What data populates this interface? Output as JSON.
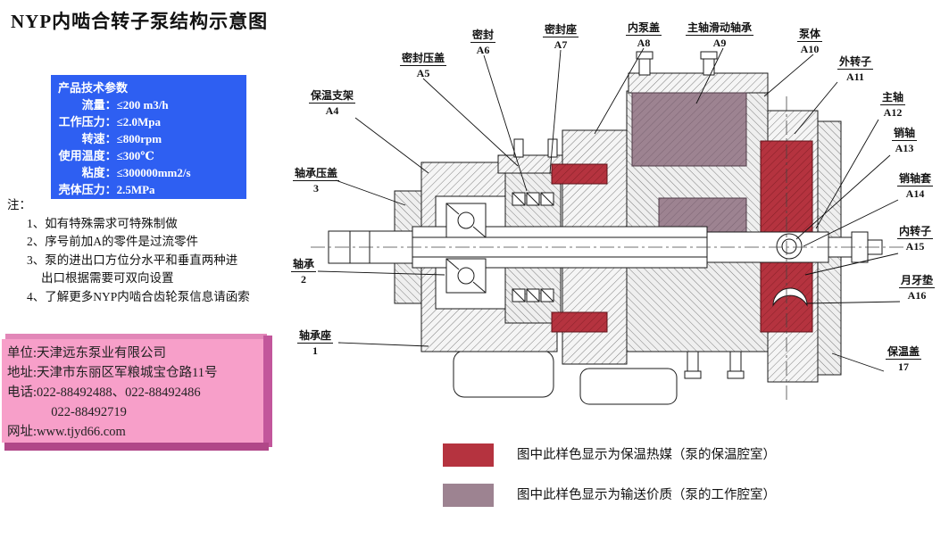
{
  "title": "NYP内啮合转子泵结构示意图",
  "specs": {
    "header": "产品技术参数",
    "rows": [
      {
        "label": "流量：",
        "value": "≤200 m3/h"
      },
      {
        "label": "工作压力：",
        "value": "≤2.0Mpa"
      },
      {
        "label": "转速：",
        "value": "≤800rpm"
      },
      {
        "label": "使用温度：",
        "value": "≤300℃"
      },
      {
        "label": "粘度：",
        "value": "≤300000mm2/s"
      },
      {
        "label": "壳体压力：",
        "value": "2.5MPa"
      }
    ]
  },
  "notes": {
    "label": "注：",
    "lines": [
      "1、如有特殊需求可特殊制做",
      "2、序号前加A的零件是过流零件",
      "3、泵的进出口方位分水平和垂直两种进",
      "出口根据需要可双向设置",
      "4、了解更多NYP内啮合齿轮泵信息请函索"
    ]
  },
  "company": {
    "lines": [
      "单位:天津远东泵业有限公司",
      "地址:天津市东丽区军粮城宝仓路11号",
      "电话:022-88492488、022-88492486",
      "022-88492719",
      "网址:www.tjyd66.com"
    ]
  },
  "parts": [
    {
      "name": "保温支架",
      "code": "A4"
    },
    {
      "name": "密封压盖",
      "code": "A5"
    },
    {
      "name": "密封",
      "code": "A6"
    },
    {
      "name": "密封座",
      "code": "A7"
    },
    {
      "name": "内泵盖",
      "code": "A8"
    },
    {
      "name": "主轴滑动轴承",
      "code": "A9"
    },
    {
      "name": "泵体",
      "code": "A10"
    },
    {
      "name": "外转子",
      "code": "A11"
    },
    {
      "name": "主轴",
      "code": "A12"
    },
    {
      "name": "销轴",
      "code": "A13"
    },
    {
      "name": "销轴套",
      "code": "A14"
    },
    {
      "name": "内转子",
      "code": "A15"
    },
    {
      "name": "月牙垫",
      "code": "A16"
    },
    {
      "name": "保温盖",
      "code": "17"
    },
    {
      "name": "轴承压盖",
      "code": "3"
    },
    {
      "name": "轴承",
      "code": "2"
    },
    {
      "name": "轴承座",
      "code": "1"
    }
  ],
  "legend": [
    {
      "swatch": "#b5333f",
      "label": "图中此样色显示为保温热媒（泵的保温腔室）"
    },
    {
      "swatch": "#9d8391",
      "label": "图中此样色显示为输送价质（泵的工作腔室）"
    }
  ],
  "colors": {
    "spec_panel_bg": "#2e5ff2",
    "company_card_bg": "#f79fc9",
    "hot_media_red": "#b5333f",
    "work_chamber_mauve": "#9d8391"
  }
}
